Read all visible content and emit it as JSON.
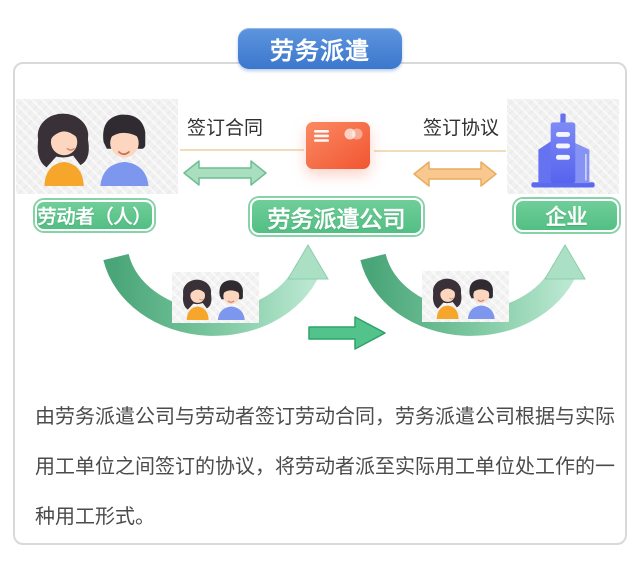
{
  "header": {
    "title": "劳务派遣"
  },
  "diagram": {
    "entities": [
      {
        "label": "劳动者（人）"
      },
      {
        "label": "劳务派遣公司"
      },
      {
        "label": "企业"
      }
    ],
    "relations": [
      {
        "label": "签订合同"
      },
      {
        "label": "签订协议"
      }
    ]
  },
  "description": {
    "lines": [
      "由劳务派遣公司与劳动者签订劳动合同，劳务派遣公司根据与实际",
      "用工单位之间签订的协议，将劳动者派至实际用工单位处工作的一",
      "种用工形式。"
    ]
  },
  "colors": {
    "header_blue": "#3f7bd0",
    "button_green": "#5ec489",
    "arrow_green": "#a9debf",
    "arrow_orange": "#f8c88e",
    "card_orange": "#f4603c",
    "building_blue": "#6673f0",
    "swoosh_green_dark": "#4aa678",
    "swoosh_green_light": "#b9e7d0"
  }
}
